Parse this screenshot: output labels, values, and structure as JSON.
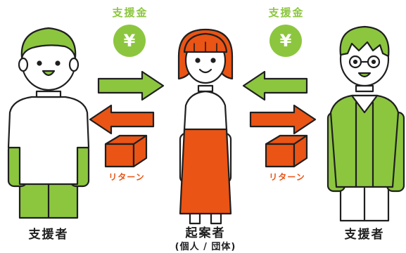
{
  "labels": {
    "supporter_left": "支援者",
    "supporter_right": "支援者",
    "creator": "起案者",
    "creator_sub": "(個人 / 団体)",
    "money_left": "支援金",
    "money_right": "支援金",
    "return_left": "リターン",
    "return_right": "リターン",
    "yen_symbol": "¥"
  },
  "colors": {
    "green": "#8cc63f",
    "orange": "#ea5414",
    "outline": "#1f1f1f",
    "skin": "#ffffff"
  },
  "icons": [
    "yen-coin-icon",
    "return-box-icon",
    "arrow-right-icon",
    "arrow-left-icon"
  ]
}
